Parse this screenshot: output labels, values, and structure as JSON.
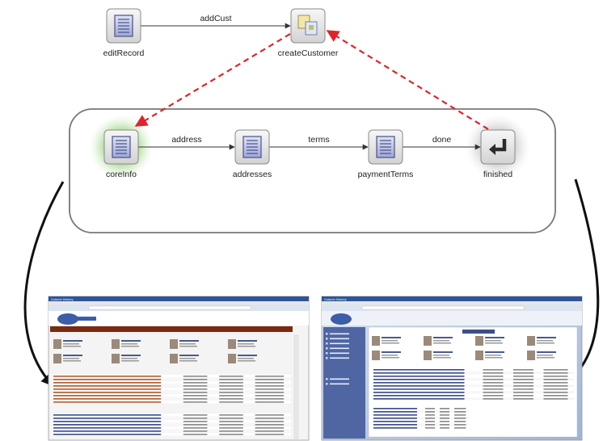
{
  "diagram": {
    "nodes": [
      {
        "id": "editRecord",
        "label": "editRecord",
        "icon": "view-page-icon"
      },
      {
        "id": "createCustomer",
        "label": "createCustomer",
        "icon": "task-flow-call-icon"
      },
      {
        "id": "coreInfo",
        "label": "coreInfo",
        "icon": "view-page-icon",
        "default_activity": true
      },
      {
        "id": "addresses",
        "label": "addresses",
        "icon": "view-page-icon"
      },
      {
        "id": "paymentTerms",
        "label": "paymentTerms",
        "icon": "view-page-icon"
      },
      {
        "id": "finished",
        "label": "finished",
        "icon": "task-flow-return-icon"
      }
    ],
    "edges": [
      {
        "from": "editRecord",
        "to": "createCustomer",
        "label": "addCust",
        "style": "solid"
      },
      {
        "from": "coreInfo",
        "to": "addresses",
        "label": "address",
        "style": "solid"
      },
      {
        "from": "addresses",
        "to": "paymentTerms",
        "label": "terms",
        "style": "solid"
      },
      {
        "from": "paymentTerms",
        "to": "finished",
        "label": "done",
        "style": "solid"
      },
      {
        "from": "createCustomer",
        "to": "coreInfo",
        "label": "",
        "style": "dashed-red"
      },
      {
        "from": "finished",
        "to": "createCustomer",
        "label": "",
        "style": "dashed-red"
      }
    ]
  },
  "screenshots": [
    {
      "id": "left",
      "title": "Customer Directory"
    },
    {
      "id": "right",
      "title": "Customer Directory"
    }
  ],
  "colors": {
    "dashed_edge": "#e0232a",
    "solid_edge": "#333333",
    "curve_arrow": "#111111",
    "flow_border": "#777777",
    "node_border": "#8a8a8a",
    "default_glow": "#b9e0a8",
    "return_glow": "#d6d6d6",
    "banner_left": "#7a2a10",
    "banner_right": "#3c4f86"
  }
}
